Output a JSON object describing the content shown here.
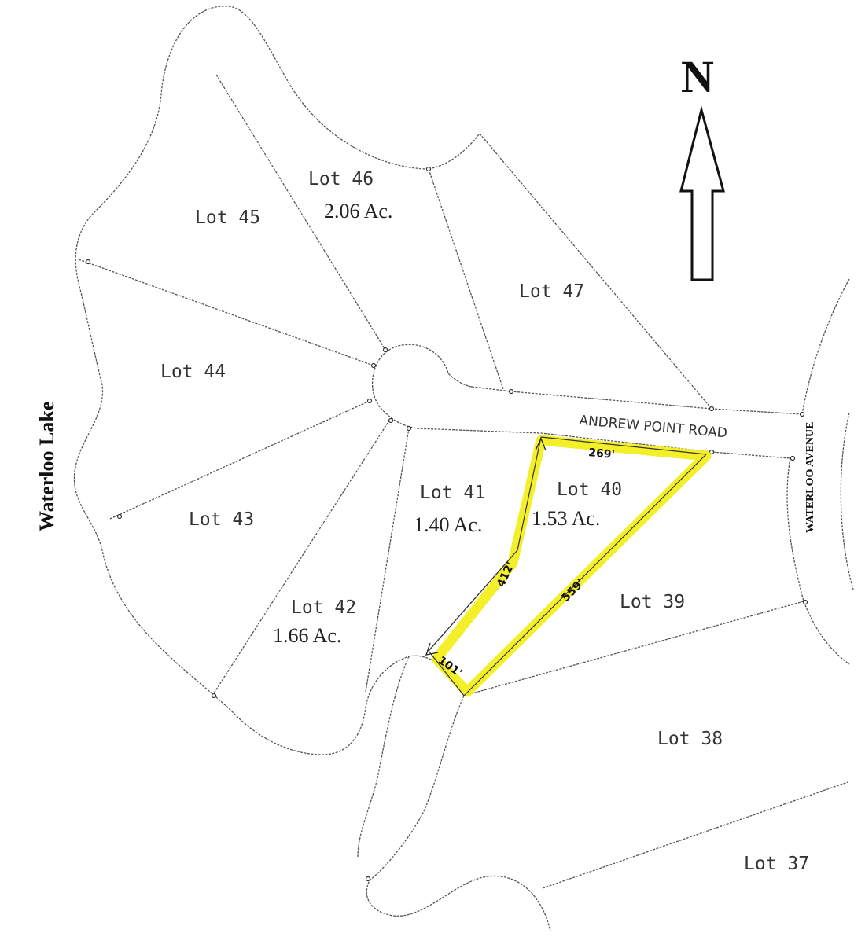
{
  "map": {
    "north_label": "N",
    "water_label": "Waterloo Lake",
    "roads": {
      "andrew_point": "ANDREW POINT ROAD",
      "waterloo_avenue": "WATERLOO AVENUE"
    },
    "lots": [
      {
        "id": "46",
        "label": "Lot 46",
        "acres": "2.06 Ac."
      },
      {
        "id": "45",
        "label": "Lot 45"
      },
      {
        "id": "47",
        "label": "Lot 47"
      },
      {
        "id": "44",
        "label": "Lot 44"
      },
      {
        "id": "43",
        "label": "Lot 43"
      },
      {
        "id": "41",
        "label": "Lot 41",
        "acres": "1.40 Ac."
      },
      {
        "id": "40",
        "label": "Lot 40",
        "acres": "1.53 Ac."
      },
      {
        "id": "42",
        "label": "Lot 42",
        "acres": "1.66 Ac."
      },
      {
        "id": "39",
        "label": "Lot 39"
      },
      {
        "id": "38",
        "label": "Lot 38"
      },
      {
        "id": "37",
        "label": "Lot 37"
      }
    ],
    "highlighted_lot": "Lot 40",
    "highlight_color": "#f2ee1c",
    "dimensions": {
      "north": "269'",
      "west": "412'",
      "southeast": "559'",
      "south": "101'"
    }
  }
}
